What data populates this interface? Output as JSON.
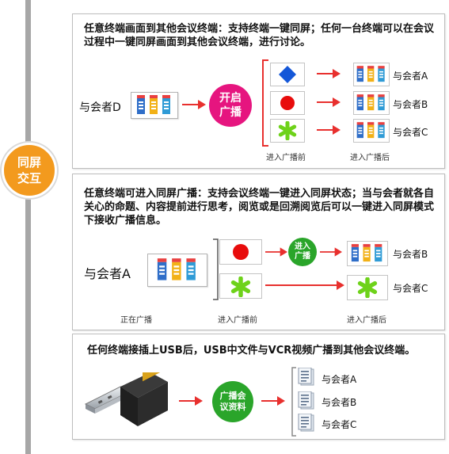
{
  "badge": {
    "line1": "同屏",
    "line2": "交互"
  },
  "panel1": {
    "desc": "任意终端画面到其他会议终端：支持终端一键同屏；任何一台终端可以在会议过程中一键同屏画面到其他会议终端，进行讨论。",
    "source_label": "与会者D",
    "circle_line1": "开启",
    "circle_line2": "广播",
    "targets": [
      "与会者A",
      "与会者B",
      "与会者C"
    ],
    "cap_before": "进入广播前",
    "cap_after": "进入广播后"
  },
  "panel2": {
    "desc": "任意终端可进入同屏广播：支持会议终端一键进入同屏状态；当与会者就各自关心的命题、内容提前进行思考，阅览或是回溯阅览后可以一键进入同屏模式下接收广播信息。",
    "source_label": "与会者A",
    "circle_line1": "进入",
    "circle_line2": "广播",
    "targets": [
      "与会者B",
      "与会者C"
    ],
    "cap_now": "正在广播",
    "cap_before": "进入广播前",
    "cap_after": "进入广播后"
  },
  "panel3": {
    "desc": "任何终端接插上USB后，USB中文件与VCR视频广播到其他会议终端。",
    "circle_line1": "广播会",
    "circle_line2": "议资料",
    "targets": [
      "与会者A",
      "与会者B",
      "与会者C"
    ]
  },
  "colors": {
    "badge": "#f39a1e",
    "arrow": "#e8302e",
    "pink": "#e6157f",
    "green": "#2aa52a",
    "blue_diamond": "#1457d8",
    "red_dot": "#e80c0c",
    "green_star": "#6ed21a"
  }
}
